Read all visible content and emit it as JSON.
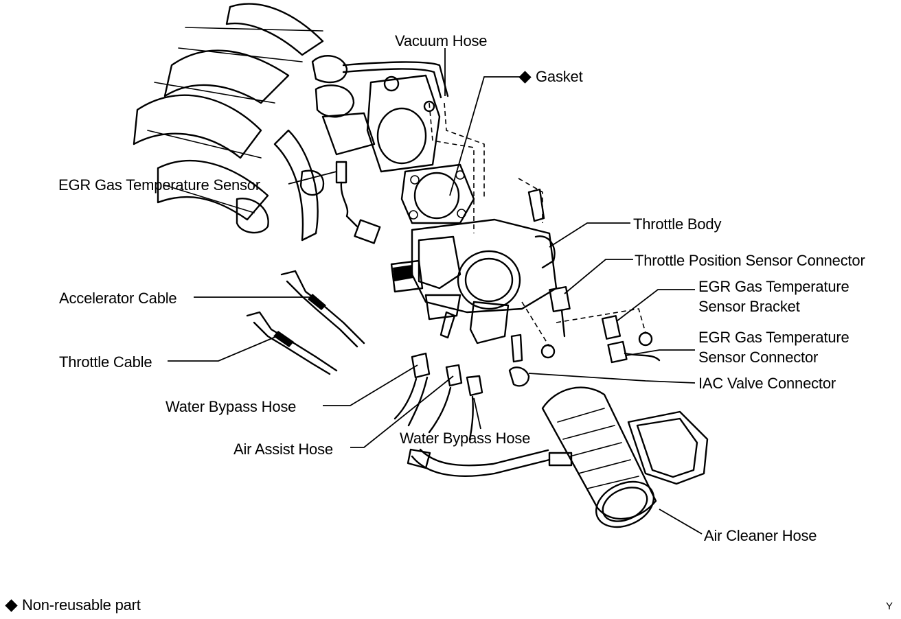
{
  "labels": {
    "vacuum_hose": "Vacuum Hose",
    "gasket": "Gasket",
    "egr_gas_temperature_sensor": "EGR Gas Temperature Sensor",
    "throttle_body": "Throttle Body",
    "throttle_position_sensor_connector": "Throttle Position Sensor Connector",
    "egr_bracket_line1": "EGR Gas Temperature",
    "egr_bracket_line2": "Sensor Bracket",
    "egr_connector_line1": "EGR Gas Temperature",
    "egr_connector_line2": "Sensor Connector",
    "accelerator_cable": "Accelerator Cable",
    "throttle_cable": "Throttle Cable",
    "water_bypass_hose_left": "Water Bypass Hose",
    "iac_valve_connector": "IAC Valve Connector",
    "air_assist_hose": "Air Assist Hose",
    "water_bypass_hose_lower": "Water Bypass Hose",
    "air_cleaner_hose": "Air Cleaner Hose"
  },
  "legend": {
    "non_reusable_symbol": "diamond-icon",
    "non_reusable_text": "Non-reusable part"
  },
  "figure_code": "Y"
}
